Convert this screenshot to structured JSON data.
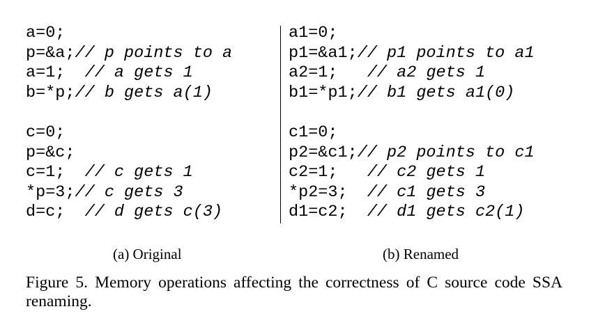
{
  "panels": [
    {
      "lines": [
        {
          "code": "a=0;",
          "comment": ""
        },
        {
          "code": "p=&a;",
          "comment": "// p points to a"
        },
        {
          "code": "a=1;  ",
          "comment": "// a gets 1"
        },
        {
          "code": "b=*p;",
          "comment": "// b gets a(1)"
        },
        {
          "code": "",
          "comment": ""
        },
        {
          "code": "c=0;",
          "comment": ""
        },
        {
          "code": "p=&c;",
          "comment": ""
        },
        {
          "code": "c=1;  ",
          "comment": "// c gets 1"
        },
        {
          "code": "*p=3;",
          "comment": "// c gets 3"
        },
        {
          "code": "d=c;  ",
          "comment": "// d gets c(3)"
        }
      ],
      "caption": "(a) Original"
    },
    {
      "lines": [
        {
          "code": "a1=0;",
          "comment": ""
        },
        {
          "code": "p1=&a1;",
          "comment": "// p1 points to a1"
        },
        {
          "code": "a2=1;   ",
          "comment": "// a2 gets 1"
        },
        {
          "code": "b1=*p1;",
          "comment": "// b1 gets a1(0)"
        },
        {
          "code": "",
          "comment": ""
        },
        {
          "code": "c1=0;",
          "comment": ""
        },
        {
          "code": "p2=&c1;",
          "comment": "// p2 points to c1"
        },
        {
          "code": "c2=1;   ",
          "comment": "// c2 gets 1"
        },
        {
          "code": "*p2=3;  ",
          "comment": "// c1 gets 3"
        },
        {
          "code": "d1=c2;  ",
          "comment": "// d1 gets c2(1)"
        }
      ],
      "caption": "(b) Renamed"
    }
  ],
  "figure_caption": "Figure 5. Memory operations affecting the correctness of C source code SSA renaming."
}
